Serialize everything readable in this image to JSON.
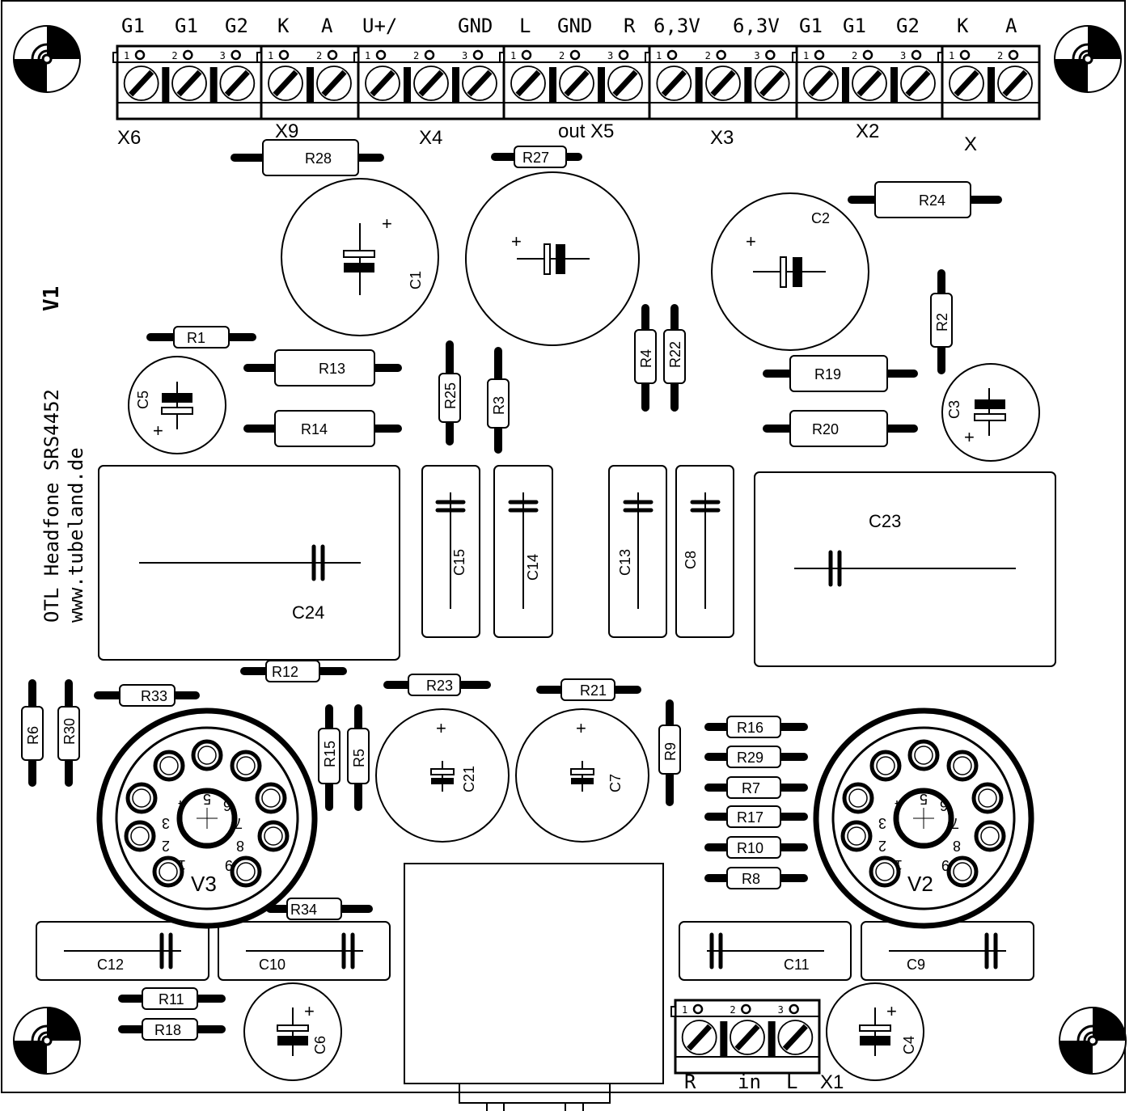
{
  "board": {
    "title_line1": "OTL Headfone SRS4452",
    "version": "V1",
    "website": "www.tubeland.de",
    "colors": {
      "ink": "#000000",
      "background": "#ffffff"
    }
  },
  "terminals": [
    {
      "ref": "X6",
      "pins": [
        "1",
        "2",
        "3"
      ],
      "signals": [
        "G1",
        "G1",
        "G2"
      ]
    },
    {
      "ref": "X9",
      "pins": [
        "1",
        "2"
      ],
      "signals": [
        "K",
        "A"
      ]
    },
    {
      "ref": "X4",
      "pins": [
        "1",
        "2",
        "3"
      ],
      "signals": [
        "U+/",
        "",
        "GND"
      ]
    },
    {
      "ref": "out X5",
      "pins": [
        "1",
        "2",
        "3"
      ],
      "signals": [
        "L",
        "GND",
        "R"
      ]
    },
    {
      "ref": "X3",
      "pins": [
        "1",
        "2",
        "3"
      ],
      "signals": [
        "6,3V",
        "",
        "6,3V"
      ]
    },
    {
      "ref": "X2",
      "pins": [
        "1",
        "2",
        "3"
      ],
      "signals": [
        "G1",
        "G1",
        "G2"
      ]
    },
    {
      "ref": "X",
      "pins": [
        "1",
        "2"
      ],
      "signals": [
        "K",
        "A"
      ]
    },
    {
      "ref": "X1",
      "pins": [
        "1",
        "2",
        "3"
      ],
      "signals": [
        "R",
        "in",
        "L"
      ]
    }
  ],
  "resistors": [
    "R1",
    "R2",
    "R3",
    "R4",
    "R5",
    "R6",
    "R7",
    "R8",
    "R9",
    "R10",
    "R11",
    "R12",
    "R13",
    "R14",
    "R15",
    "R16",
    "R17",
    "R18",
    "R19",
    "R20",
    "R21",
    "R22",
    "R23",
    "R24",
    "R25",
    "R27",
    "R28",
    "R29",
    "R30",
    "R33",
    "R34"
  ],
  "electrolytic_caps": [
    "C1",
    "C2",
    "C3",
    "C4",
    "C5",
    "C6",
    "C7",
    "C21"
  ],
  "film_caps": [
    "C8",
    "C9",
    "C10",
    "C11",
    "C12",
    "C13",
    "C14",
    "C15",
    "C23",
    "C24"
  ],
  "tubes": [
    {
      "ref": "V3",
      "pins": [
        "1",
        "2",
        "3",
        "4",
        "5",
        "6",
        "7",
        "8",
        "9"
      ]
    },
    {
      "ref": "V2",
      "pins": [
        "1",
        "2",
        "3",
        "4",
        "5",
        "6",
        "7",
        "8",
        "9"
      ]
    }
  ],
  "symbols": {
    "plus": "+"
  },
  "mounting_holes": [
    "fiducial-top-left",
    "fiducial-top-right",
    "fiducial-bottom-left",
    "fiducial-bottom-right"
  ]
}
